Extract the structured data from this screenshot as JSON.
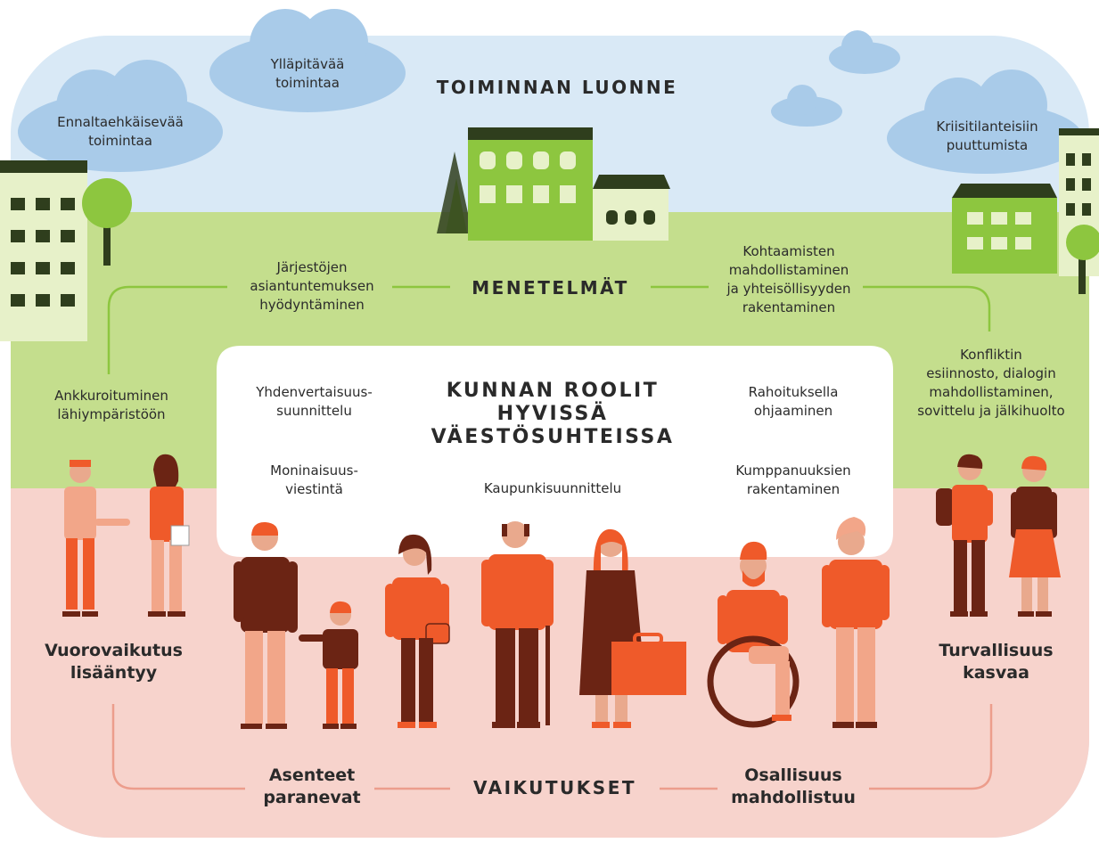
{
  "headings": {
    "nature": "TOIMINNAN LUONNE",
    "methods": "MENETELMÄT",
    "roles": "KUNNAN ROOLIT\nHYVISSÄ\nVÄESTÖSUHTEISSA",
    "effects": "VAIKUTUKSET"
  },
  "clouds": {
    "left": "Ennaltaehkäisevää\ntoimintaa",
    "center": "Ylläpitävää\ntoimintaa",
    "right": "Kriisitilanteisiin\npuuttumista"
  },
  "methods": {
    "left": "Järjestöjen\nasiantuntemuksen\nhyödyntäminen",
    "right": "Kohtaamisten\nmahdollistaminen\nja yhteisöllisyyden\nrakentaminen",
    "far_left": "Ankkuroituminen\nlähiympäristöön",
    "far_right": "Konfliktin\nesiinnosto, dialogin\nmahdollistaminen,\nsovittelu ja jälkihuolto"
  },
  "roles": {
    "top_left": "Yhdenvertaisuus-\nsuunnittelu",
    "bottom_left": "Moninaisuus-\nviestintä",
    "center": "Kaupunkisuunnittelu",
    "top_right": "Rahoituksella\nohjaaminen",
    "bottom_right": "Kumppanuuksien\nrakentaminen"
  },
  "effects": {
    "left_top": "Vuorovaikutus\nlisääntyy",
    "right_top": "Turvallisuus\nkasvaa",
    "left_bottom": "Asenteet\nparanevat",
    "right_bottom": "Osallisuus\nmahdollistuu"
  },
  "colors": {
    "sky": "#d9e9f6",
    "cloud": "#a9cbe9",
    "grass": "#c4de8d",
    "building": "#8dc63f",
    "roof": "#2f3e1d",
    "ground": "#f7d3cc",
    "orange": "#ef5a2a",
    "dark_brown": "#6b2414",
    "skin": "#e9a98d"
  }
}
